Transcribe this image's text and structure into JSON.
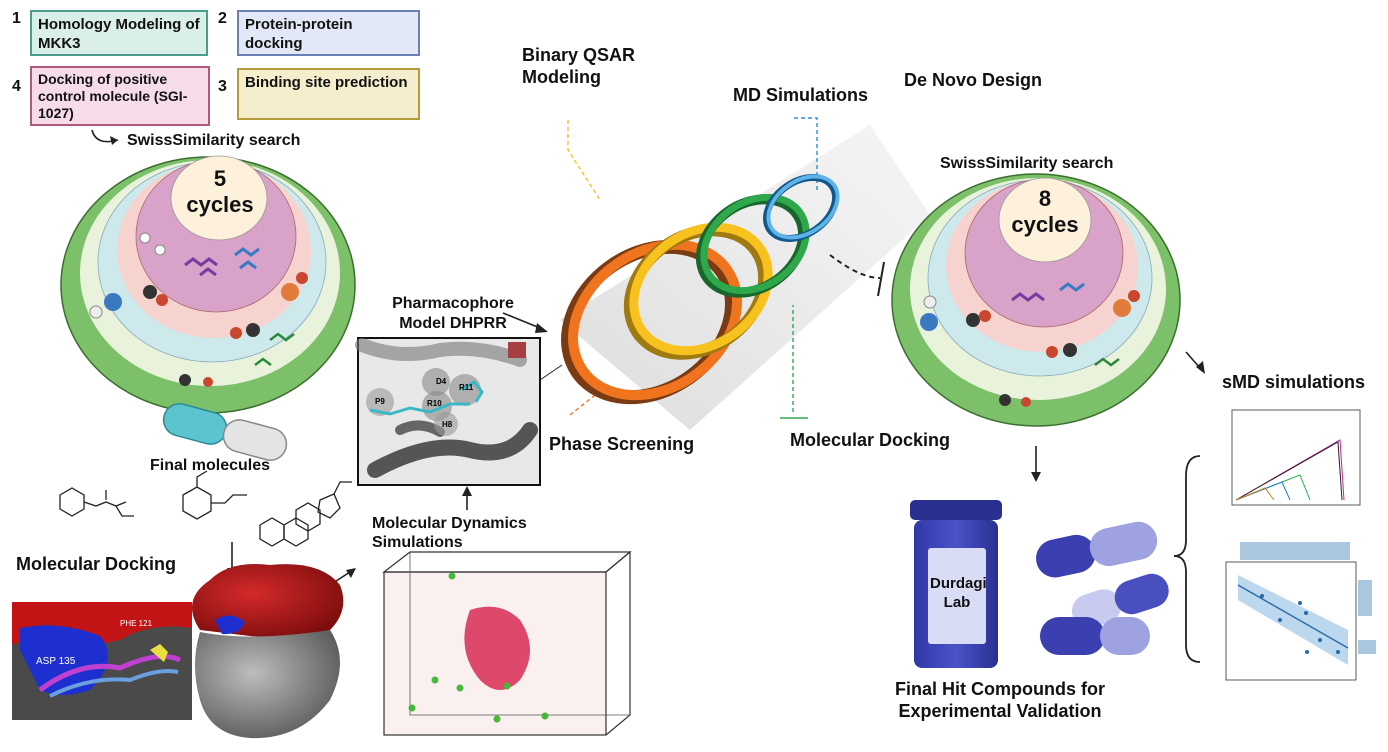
{
  "steps": [
    {
      "num": "1",
      "label": "Homology Modeling of MKK3",
      "color": "#4a9e8c",
      "fill": "#d9efe8"
    },
    {
      "num": "2",
      "label": "Protein-protein docking",
      "color": "#6b7fb8",
      "fill": "#e2e8f5"
    },
    {
      "num": "4",
      "label": "Docking of positive control  molecule (SGI-1027)",
      "color": "#b0577f",
      "fill": "#f6dce8"
    },
    {
      "num": "3",
      "label": "Binding site prediction",
      "color": "#b59a3c",
      "fill": "#f5eecd"
    }
  ],
  "labels": {
    "swiss_left": "SwissSimilarity search",
    "cycles_left_num": "5",
    "cycles_left_word": "cycles",
    "final_molecules": "Final molecules",
    "molecular_docking_left": "Molecular Docking",
    "pharmacophore": "Pharmacophore Model DHPRR",
    "md_sim": "Molecular Dynamics Simulations",
    "binary_qsar": "Binary QSAR Modeling",
    "md_simulations": "MD Simulations",
    "de_novo": "De Novo Design",
    "phase_screening": "Phase Screening",
    "molecular_docking_right": "Molecular Docking",
    "swiss_right": "SwissSimilarity search",
    "cycles_right_num": "8",
    "cycles_right_word": "cycles",
    "smd": "sMD simulations",
    "durdagi": "Durdagi Lab",
    "final_hit": "Final Hit Compounds for Experimental Validation",
    "phe": "PHE 121",
    "asp": "ASP 135"
  },
  "pharmacophore_features": [
    "D4",
    "R11",
    "R10",
    "P9",
    "H8"
  ],
  "ring_colors": {
    "orange": "#f0731e",
    "yellow": "#f7c21e",
    "green": "#2ea84a",
    "blue": "#2f8fd0"
  },
  "onion_colors": [
    "#7cc06a",
    "#e9f3dc",
    "#cde9ec",
    "#f6d3cf",
    "#d9a2c9",
    "#fdf1dc"
  ]
}
